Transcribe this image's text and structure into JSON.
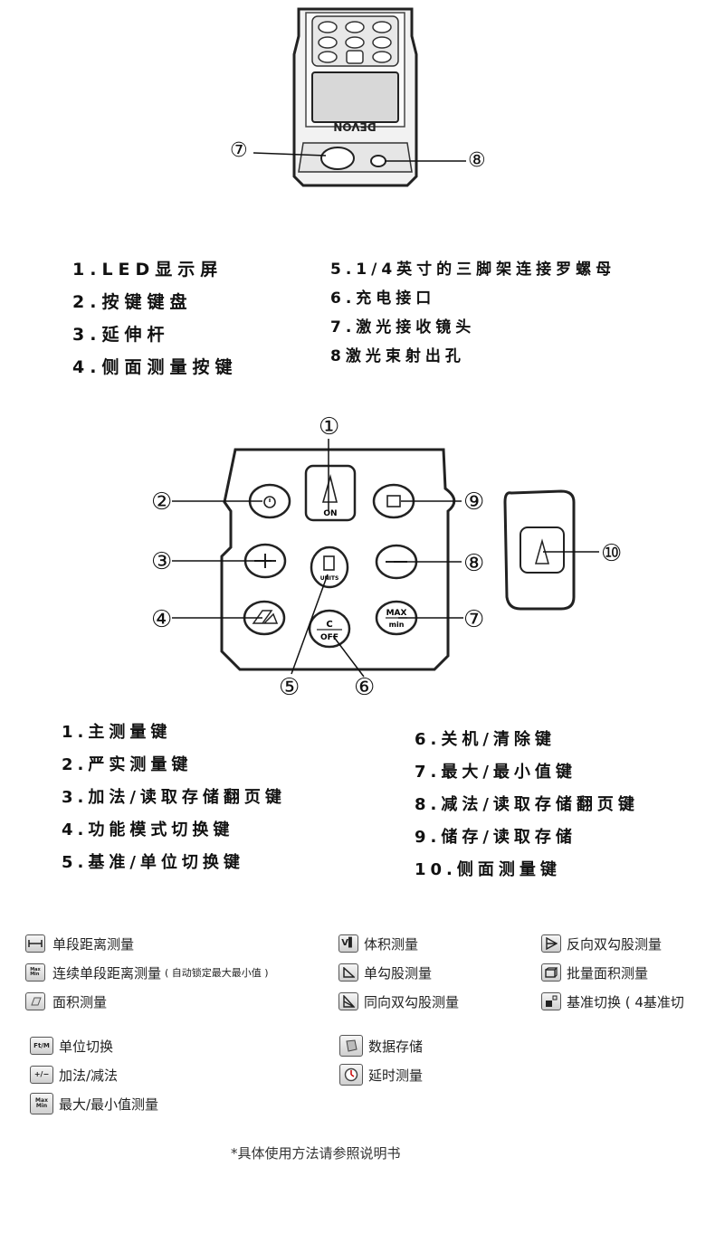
{
  "device": {
    "brand": "DEVON",
    "callout_7": "⑦",
    "callout_8": "⑧"
  },
  "parts_list": {
    "left": [
      "1.LED显示屏",
      "2.按键键盘",
      "3.延伸杆",
      "4.侧面测量按键"
    ],
    "right": [
      "5.1/4英寸的三脚架连接罗螺母",
      "6.充电接口",
      "7.激光接收镜头",
      "8激光束射出孔"
    ]
  },
  "keypad": {
    "key_on": "ON",
    "key_units": "UNITS",
    "key_c": "C",
    "key_off": "OFF",
    "key_max": "MAX",
    "key_min": "min",
    "callouts": [
      "①",
      "②",
      "③",
      "④",
      "⑤",
      "⑥",
      "⑦",
      "⑧",
      "⑨",
      "⑩"
    ]
  },
  "keys_list": {
    "left": [
      "1.主测量键",
      "2.严实测量键",
      "3.加法/读取存储翻页键",
      "4.功能模式切换键",
      "5.基准/单位切换键"
    ],
    "right": [
      "6.关机/清除键",
      "7.最大/最小值键",
      "8.减法/读取存储翻页键",
      "9.储存/读取存储",
      "10.侧面测量键"
    ]
  },
  "legend": {
    "col1": [
      {
        "icon": "single-distance-icon",
        "label": "单段距离测量",
        "sub": ""
      },
      {
        "icon": "continuous-distance-icon",
        "label": "连续单段距离测量",
        "sub": "( 自动锁定最大最小值 )"
      },
      {
        "icon": "area-icon",
        "label": "面积测量",
        "sub": ""
      }
    ],
    "col2": [
      {
        "icon": "volume-icon",
        "label": "体积测量",
        "sub": ""
      },
      {
        "icon": "single-pythagoras-icon",
        "label": "单勾股测量",
        "sub": ""
      },
      {
        "icon": "double-pythagoras-icon",
        "label": "同向双勾股测量",
        "sub": ""
      }
    ],
    "col3": [
      {
        "icon": "reverse-pythagoras-icon",
        "label": "反向双勾股测量",
        "sub": ""
      },
      {
        "icon": "batch-area-icon",
        "label": "批量面积测量",
        "sub": ""
      },
      {
        "icon": "reference-switch-icon",
        "label": "基准切换 ( 4基准切",
        "sub": ""
      }
    ],
    "col4": [
      {
        "icon": "unit-switch-icon",
        "icon_text": "Ft/M",
        "label": "单位切换"
      },
      {
        "icon": "add-subtract-icon",
        "icon_text": "+/−",
        "label": "加法/减法"
      },
      {
        "icon": "max-min-icon",
        "icon_text": "Max Min",
        "label": "最大/最小值测量"
      }
    ],
    "col5": [
      {
        "icon": "data-storage-icon",
        "label": "数据存储"
      },
      {
        "icon": "delay-timer-icon",
        "label": "延时测量"
      }
    ]
  },
  "footnote": "*具体使用方法请参照说明书"
}
